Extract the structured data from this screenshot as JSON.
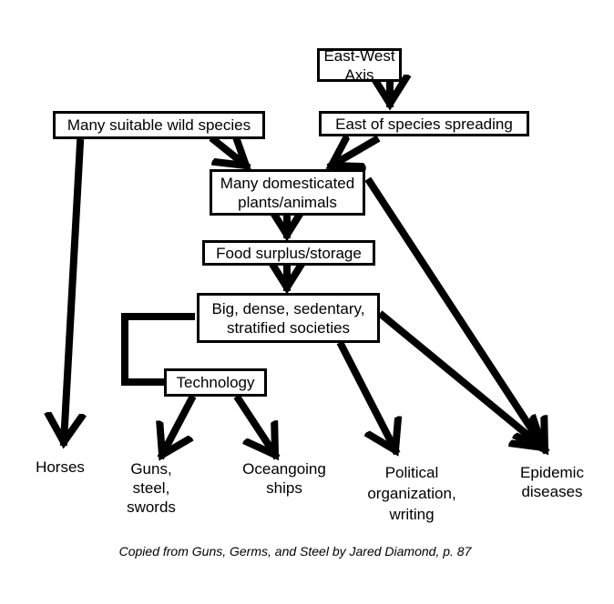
{
  "nodes": {
    "east_west_axis": "East-West Axis",
    "ease_spreading": "East of species spreading",
    "wild_species": "Many suitable wild species",
    "domesticated_line1": "Many domesticated",
    "domesticated_line2": "plants/animals",
    "food_surplus": "Food surplus/storage",
    "societies_line1": "Big, dense, sedentary,",
    "societies_line2": "stratified societies",
    "technology": "Technology"
  },
  "outcomes": {
    "horses": "Horses",
    "guns": [
      "Guns,",
      "steel,",
      "swords"
    ],
    "ships": [
      "Oceangoing",
      "ships"
    ],
    "political": [
      "Political",
      "organization,",
      "writing"
    ],
    "epidemic": [
      "Epidemic",
      "diseases"
    ]
  },
  "caption": "Copied from Guns, Germs, and Steel by Jared Diamond, p. 87"
}
